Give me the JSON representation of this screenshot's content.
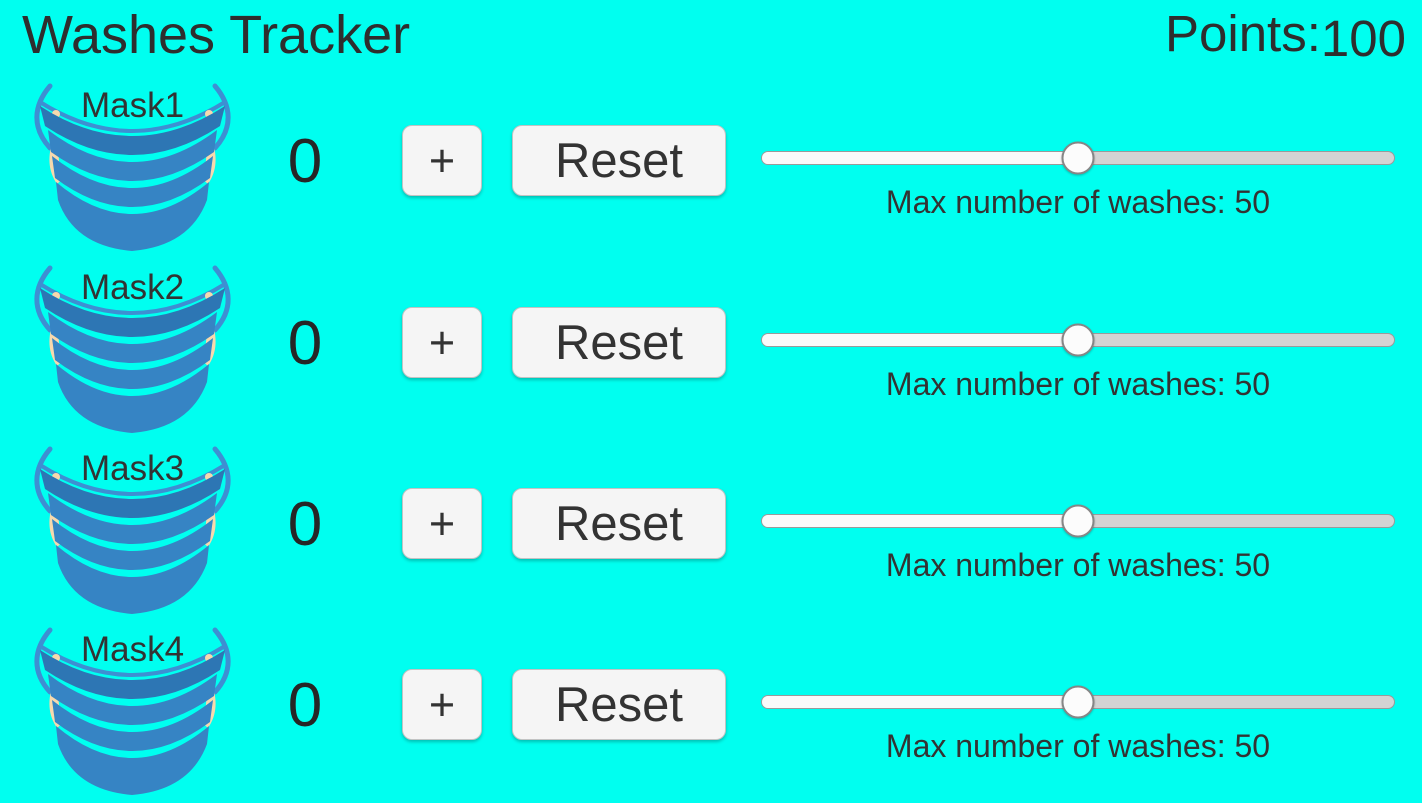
{
  "app": {
    "title": "Washes Tracker",
    "points_label": "Points:",
    "points_value": "100"
  },
  "colors": {
    "background": "#00fff0",
    "mask_body_blue": "#3684c4",
    "mask_band_blue": "#2d76b4",
    "mask_strap_blue": "#3e8fd2",
    "skin_peach": "#f7d9ad",
    "button_bg": "#f5f5f5",
    "text_dark": "#2e2e2e"
  },
  "masks": [
    {
      "label": "Mask1",
      "count": "0",
      "plus_label": "+",
      "reset_label": "Reset",
      "max_washes_label": "Max number of washes: 50",
      "slider_percent": 50
    },
    {
      "label": "Mask2",
      "count": "0",
      "plus_label": "+",
      "reset_label": "Reset",
      "max_washes_label": "Max number of washes: 50",
      "slider_percent": 50
    },
    {
      "label": "Mask3",
      "count": "0",
      "plus_label": "+",
      "reset_label": "Reset",
      "max_washes_label": "Max number of washes: 50",
      "slider_percent": 50
    },
    {
      "label": "Mask4",
      "count": "0",
      "plus_label": "+",
      "reset_label": "Reset",
      "max_washes_label": "Max number of washes: 50",
      "slider_percent": 50
    }
  ]
}
